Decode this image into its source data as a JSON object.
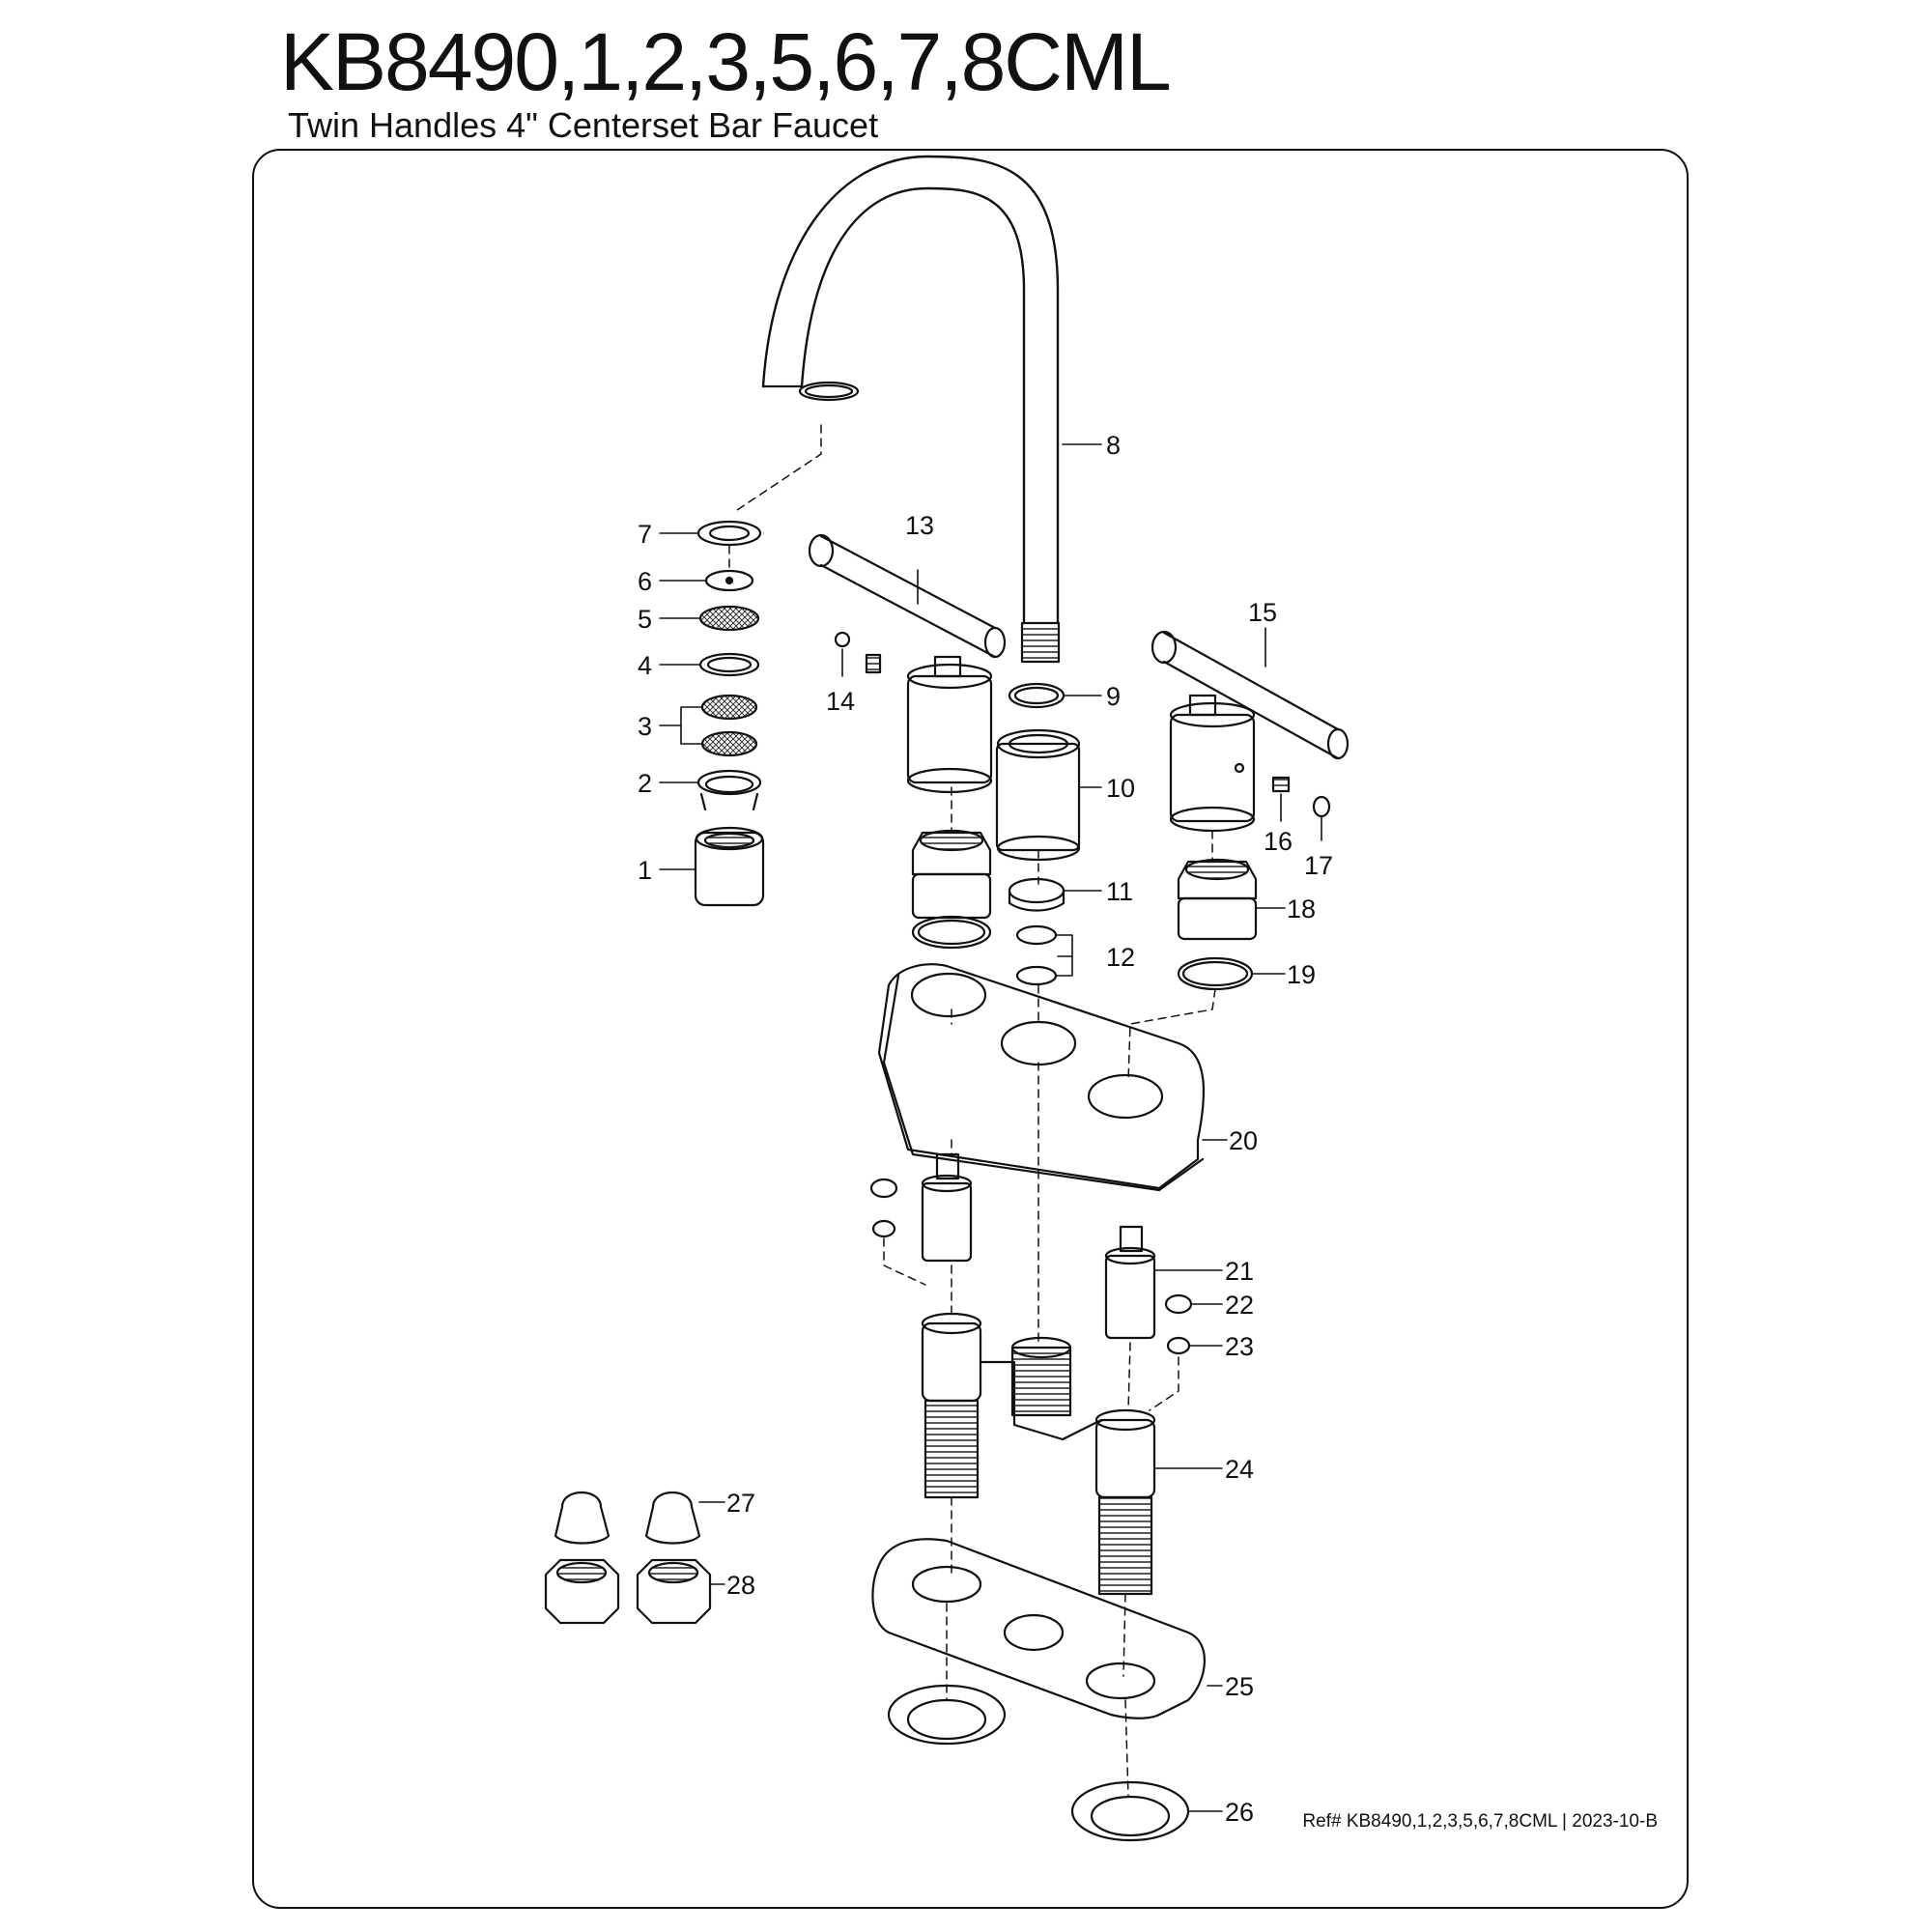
{
  "header": {
    "title": "KB8490,1,2,3,5,6,7,8CML",
    "subtitle": "Twin Handles 4\" Centerset Bar Faucet"
  },
  "footer": {
    "reference": "Ref# KB8490,1,2,3,5,6,7,8CML | 2023-10-B"
  },
  "callouts": [
    "1",
    "2",
    "3",
    "4",
    "5",
    "6",
    "7",
    "8",
    "9",
    "10",
    "11",
    "12",
    "13",
    "14",
    "15",
    "16",
    "17",
    "18",
    "19",
    "20",
    "21",
    "22",
    "23",
    "24",
    "25",
    "26",
    "27",
    "28"
  ]
}
